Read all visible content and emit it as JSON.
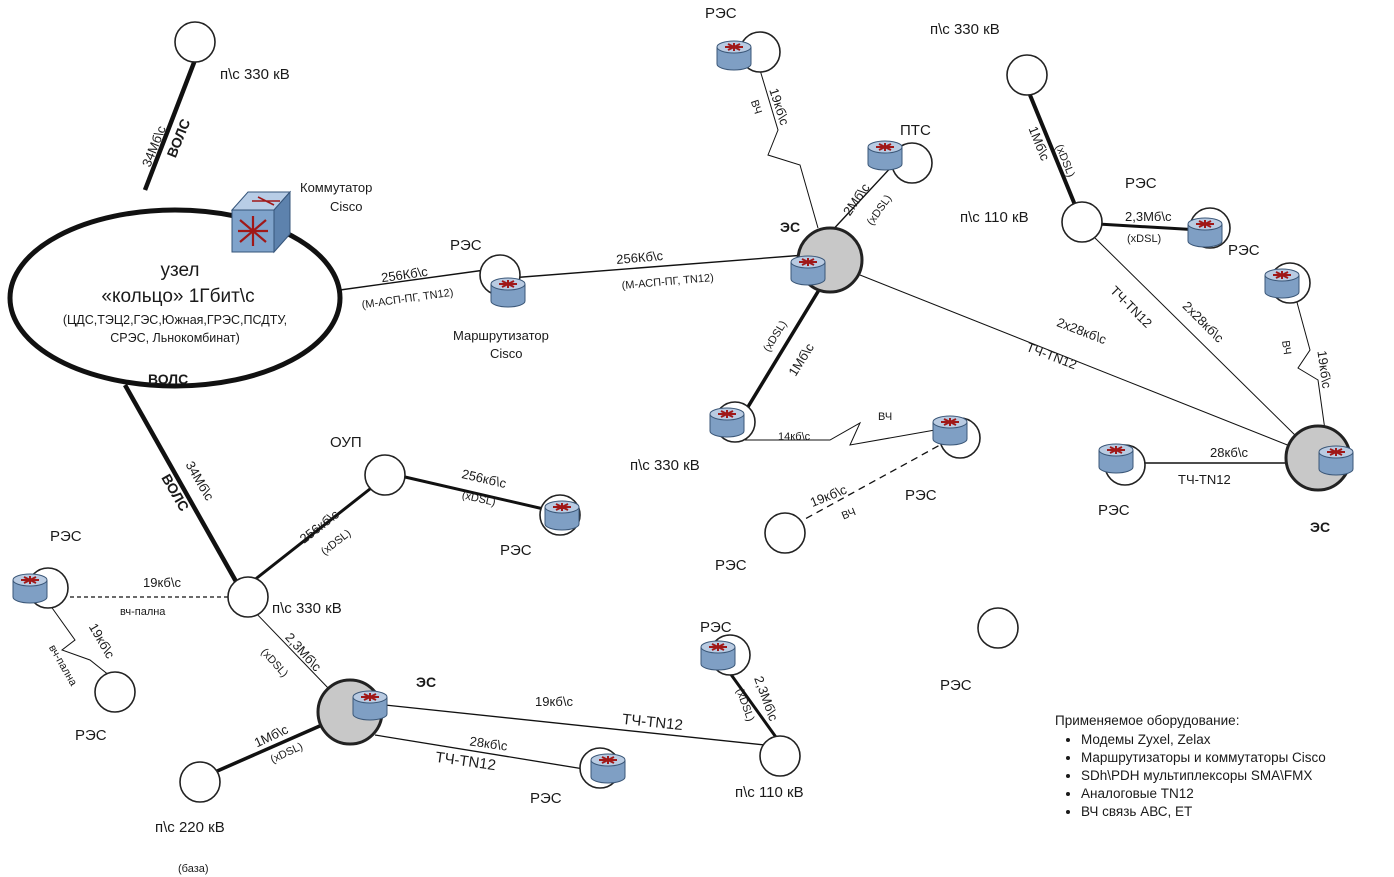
{
  "hub": {
    "line1": "узел",
    "line2": "«кольцо» 1Гбит\\с",
    "line3": "(ЦДС,ТЭЦ2,ГЭС,Южная,ГРЭС,ПСДТУ,",
    "line4": "СРЭС, Льнокомбинат)"
  },
  "switch_label": [
    "Коммутатор",
    "Cisco"
  ],
  "router_label": [
    "Маршрутизатор",
    "Cisco"
  ],
  "nodes": {
    "ps330": "п\\с 330 кВ",
    "ps110": "п\\с 110 кВ",
    "ps220": "п\\с 220 кВ",
    "res": "РЭС",
    "es": "ЭС",
    "oup": "ОУП",
    "pts": "ПТС",
    "baza": "(база)"
  },
  "links": {
    "volc": "ВОЛС",
    "mb34": "34Мб\\с",
    "kb256": "256Кб\\с",
    "kb256_small": "256кб\\с",
    "masp": "(М-АСП-ПГ, TN12)",
    "kb19": "19кб\\с",
    "vch": "ВЧ",
    "vch_palna": "вч-пална",
    "mb2": "2Мб\\с",
    "xdsl": "(xDSL)",
    "mb1": "1Мб\\с",
    "kb14": "14кб\\с",
    "mb23": "2,3Мб\\с",
    "kb28": "28кб\\с",
    "tch": "ТЧ-TN12",
    "kb2x28": "2х28кб\\с"
  },
  "legend": {
    "title": "Применяемое оборудование:",
    "items": [
      "Модемы Zyxel, Zelax",
      "Маршрутизаторы и коммутаторы Cisco",
      "SDh\\PDH мультиплексоры SMA\\FMX",
      "Аналоговые TN12",
      "ВЧ связь АВС, ЕТ"
    ]
  }
}
